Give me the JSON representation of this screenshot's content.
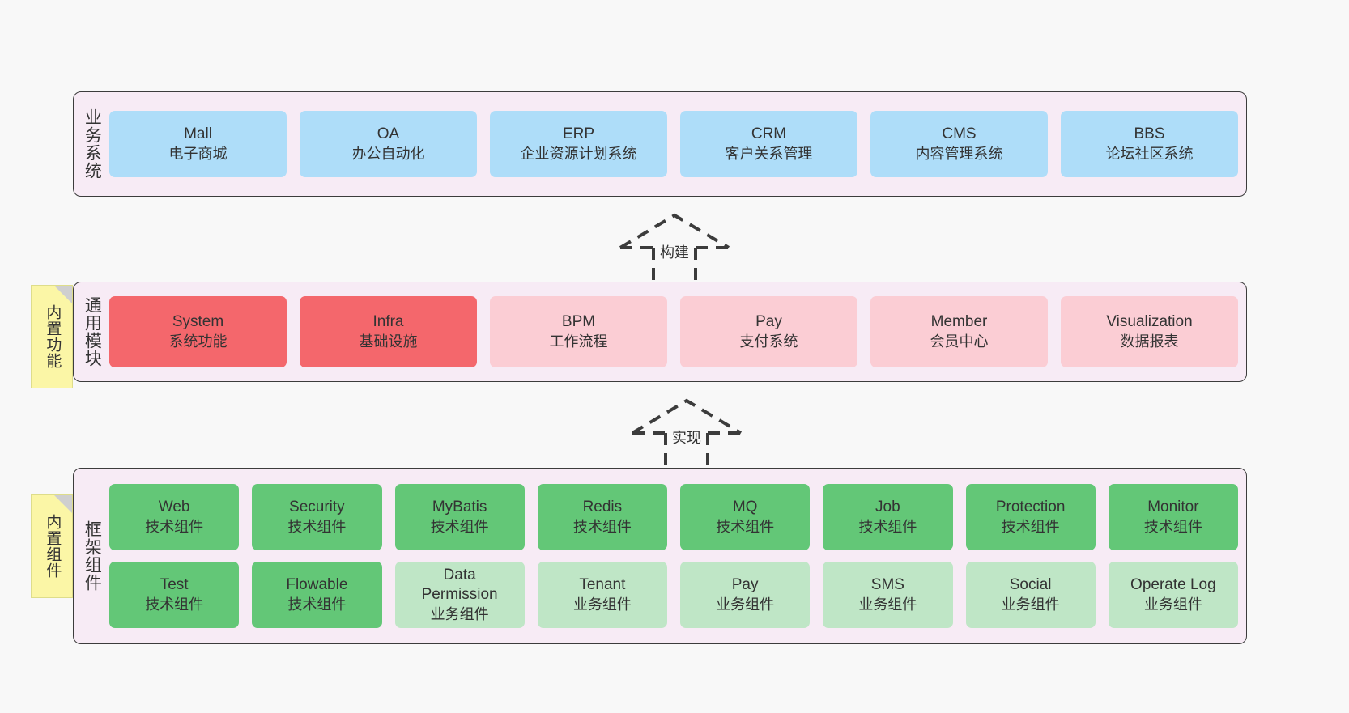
{
  "diagram": {
    "title_hidden": "",
    "colors": {
      "panel_bg": "#f7ebf5",
      "panel_border": "#3c3c3c",
      "business": "#aeddf9",
      "module_core": "#f4676c",
      "module_opt": "#fbcdd4",
      "tech_component": "#63c777",
      "biz_component": "#bfe6c6",
      "sticky": "#fbf6a6",
      "sticky_fold": "#cfcfcf",
      "canvas_bg": "#f8f8f8",
      "text": "#333333"
    }
  },
  "layers": [
    {
      "id": "business-system",
      "label": "业务系统",
      "rows": [
        {
          "cards": [
            {
              "title": "Mall",
              "subtitle": "电子商城",
              "tone": "c-blue"
            },
            {
              "title": "OA",
              "subtitle": "办公自动化",
              "tone": "c-blue"
            },
            {
              "title": "ERP",
              "subtitle": "企业资源计划系统",
              "tone": "c-blue"
            },
            {
              "title": "CRM",
              "subtitle": "客户关系管理",
              "tone": "c-blue"
            },
            {
              "title": "CMS",
              "subtitle": "内容管理系统",
              "tone": "c-blue"
            },
            {
              "title": "BBS",
              "subtitle": "论坛社区系统",
              "tone": "c-blue"
            }
          ]
        }
      ]
    },
    {
      "id": "common-module",
      "label": "通用模块",
      "sticky": "内置功能",
      "rows": [
        {
          "cards": [
            {
              "title": "System",
              "subtitle": "系统功能",
              "tone": "c-red"
            },
            {
              "title": "Infra",
              "subtitle": "基础设施",
              "tone": "c-red"
            },
            {
              "title": "BPM",
              "subtitle": "工作流程",
              "tone": "c-pink"
            },
            {
              "title": "Pay",
              "subtitle": "支付系统",
              "tone": "c-pink"
            },
            {
              "title": "Member",
              "subtitle": "会员中心",
              "tone": "c-pink"
            },
            {
              "title": "Visualization",
              "subtitle": "数据报表",
              "tone": "c-pink"
            }
          ]
        }
      ]
    },
    {
      "id": "framework-component",
      "label": "框架组件",
      "sticky": "内置组件",
      "rows": [
        {
          "cards": [
            {
              "title": "Web",
              "subtitle": "技术组件",
              "tone": "c-green"
            },
            {
              "title": "Security",
              "subtitle": "技术组件",
              "tone": "c-green"
            },
            {
              "title": "MyBatis",
              "subtitle": "技术组件",
              "tone": "c-green"
            },
            {
              "title": "Redis",
              "subtitle": "技术组件",
              "tone": "c-green"
            },
            {
              "title": "MQ",
              "subtitle": "技术组件",
              "tone": "c-green"
            },
            {
              "title": "Job",
              "subtitle": "技术组件",
              "tone": "c-green"
            },
            {
              "title": "Protection",
              "subtitle": "技术组件",
              "tone": "c-green"
            },
            {
              "title": "Monitor",
              "subtitle": "技术组件",
              "tone": "c-green"
            }
          ]
        },
        {
          "cards": [
            {
              "title": "Test",
              "subtitle": "技术组件",
              "tone": "c-green"
            },
            {
              "title": "Flowable",
              "subtitle": "技术组件",
              "tone": "c-green"
            },
            {
              "title": "Data Permission",
              "subtitle": "业务组件",
              "tone": "c-lgreen"
            },
            {
              "title": "Tenant",
              "subtitle": "业务组件",
              "tone": "c-lgreen"
            },
            {
              "title": "Pay",
              "subtitle": "业务组件",
              "tone": "c-lgreen"
            },
            {
              "title": "SMS",
              "subtitle": "业务组件",
              "tone": "c-lgreen"
            },
            {
              "title": "Social",
              "subtitle": "业务组件",
              "tone": "c-lgreen"
            },
            {
              "title": "Operate Log",
              "subtitle": "业务组件",
              "tone": "c-lgreen"
            }
          ]
        }
      ]
    }
  ],
  "connectors": [
    {
      "id": "build",
      "label": "构建"
    },
    {
      "id": "implement",
      "label": "实现"
    }
  ]
}
